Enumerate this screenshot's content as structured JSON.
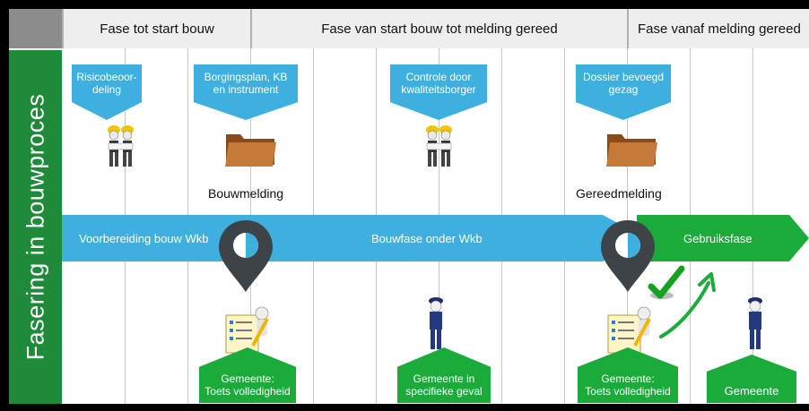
{
  "header": {
    "phase1": "Fase tot start bouw",
    "phase2": "Fase van start bouw tot melding gereed",
    "phase3": "Fase vanaf melding gereed"
  },
  "side_title": "Fasering in bouwproces",
  "top_callouts": {
    "c1": [
      "Risicobeoor-",
      "deling"
    ],
    "c2": [
      "Borgingsplan, KB",
      "en instrument"
    ],
    "c3": [
      "Controle door",
      "kwaliteitsborger"
    ],
    "c4": [
      "Dossier bevoegd",
      "gezag"
    ]
  },
  "milestones": {
    "bouwmelding": "Bouwmelding",
    "gereedmelding": "Gereedmelding"
  },
  "band": {
    "voorbereiding": "Voorbereiding bouw Wkb",
    "bouwfase": "Bouwfase onder Wkb",
    "gebruiksfase": "Gebruiksfase"
  },
  "bottom_callouts": {
    "g1": [
      "Gemeente:",
      "Toets volledigheid"
    ],
    "g2": [
      "Gemeente in",
      "specifieke geval"
    ],
    "g3": [
      "Gemeente:",
      "Toets volledigheid"
    ],
    "g4": [
      "Gemeente"
    ]
  },
  "colors": {
    "blue": "#3eb0e0",
    "green": "#1aab3a",
    "side_green": "#1e8a3a",
    "pin": "#3d4347"
  },
  "icons": [
    "workers-icon",
    "folder-icon",
    "checklist-icon",
    "police-officer-icon",
    "location-pin-icon",
    "checkmark-icon",
    "up-arrow-icon"
  ]
}
